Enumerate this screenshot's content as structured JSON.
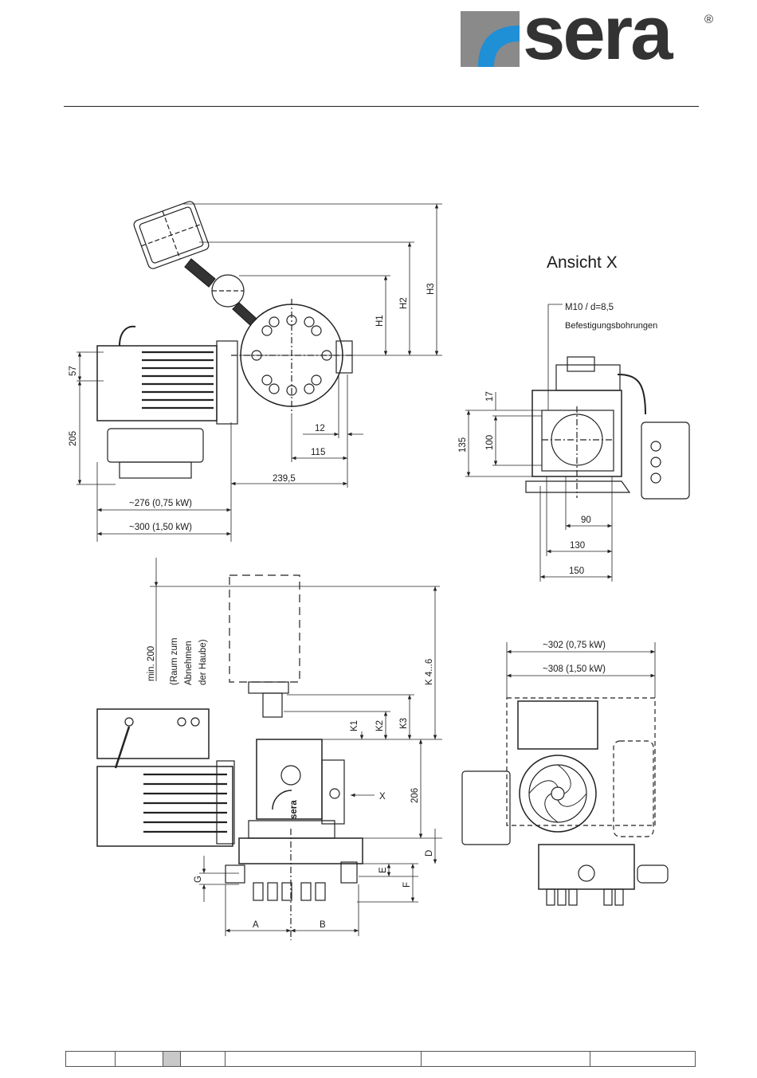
{
  "brand": {
    "name": "sera",
    "registered": "®",
    "colors": {
      "gray": "#8a8a8a",
      "blue": "#1f8fd6",
      "text": "#333333"
    }
  },
  "view_x": {
    "title": "Ansicht X",
    "bore_spec": "M10 / d=8,5",
    "bore_label": "Befestigungsbohrungen",
    "dims": {
      "d17": "17",
      "d100": "100",
      "d135": "135",
      "d90": "90",
      "d130": "130",
      "d150": "150"
    }
  },
  "top_view": {
    "dims": {
      "d57": "57",
      "d205": "205",
      "d12": "12",
      "d115": "115",
      "d239": "239,5",
      "d276": "~276 (0,75 kW)",
      "d300": "~300 (1,50 kW)",
      "h1": "H1",
      "h2": "H2",
      "h3": "H3"
    }
  },
  "side_view": {
    "min_label": "min. 200",
    "removal_line1": "(Raum zum",
    "removal_line2": "Abnehmen",
    "removal_line3": "der Haube)",
    "body_brand": "sera",
    "arrow_label": "X",
    "dims": {
      "k1": "K1",
      "k2": "K2",
      "k3": "K3",
      "k46": "K 4...6",
      "d206": "206",
      "d": "D",
      "e": "E",
      "f": "F",
      "g": "G",
      "a": "A",
      "b": "B"
    }
  },
  "front_view": {
    "dims": {
      "d302": "~302 (0,75 kW)",
      "d308": "~308 (1,50 kW)"
    }
  }
}
